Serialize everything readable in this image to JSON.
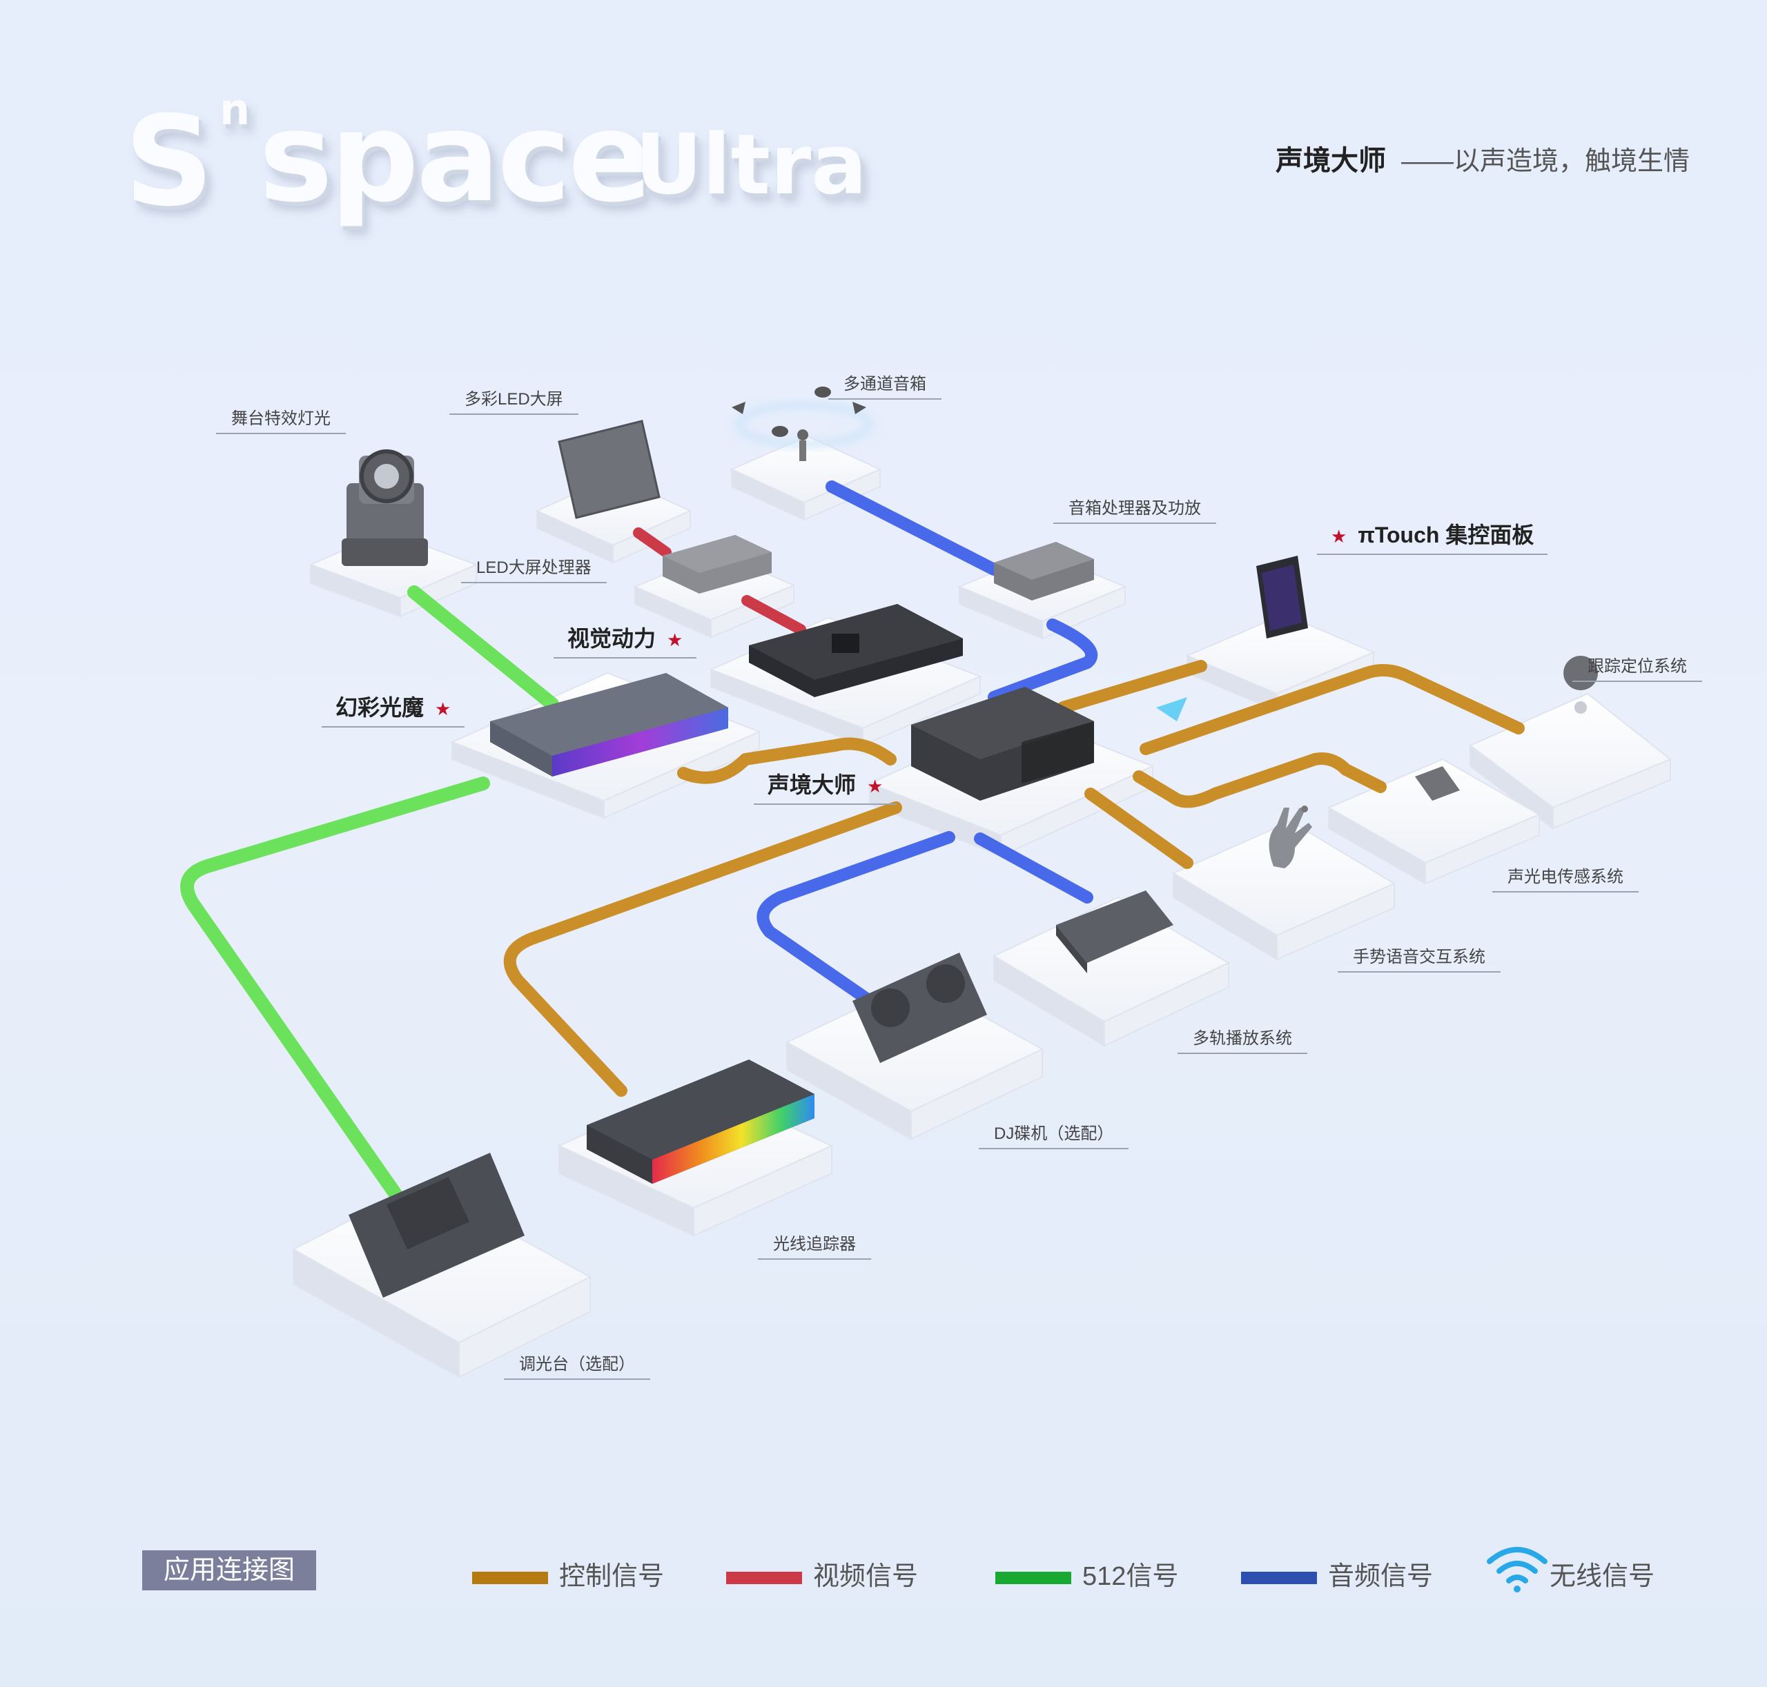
{
  "logo": {
    "s": "S",
    "n": "n",
    "space": "space",
    "ultra": "Ultra"
  },
  "tagline": {
    "strong": "声境大师",
    "rest": "——以声造境，触境生情"
  },
  "labels": {
    "stage_light": "舞台特效灯光",
    "led_screen": "多彩LED大屏",
    "multi_speaker": "多通道音箱",
    "speaker_processor": "音箱处理器及功放",
    "led_processor": "LED大屏处理器",
    "tracking": "跟踪定位系统",
    "sensor": "声光电传感系统",
    "gesture": "手势语音交互系统",
    "multitrack": "多轨播放系统",
    "dj": "DJ碟机（选配）",
    "light_tracker": "光线追踪器",
    "dimmer": "调光台（选配）"
  },
  "products": {
    "visual": "视觉动力",
    "phantom": "幻彩光魔",
    "master": "声境大师",
    "ptouch": "πTouch 集控面板"
  },
  "legend": {
    "title": "应用连接图",
    "items": [
      {
        "label": "控制信号",
        "color": "#b57a10"
      },
      {
        "label": "视频信号",
        "color": "#cc3a48"
      },
      {
        "label": "512信号",
        "color": "#19a832"
      },
      {
        "label": "音频信号",
        "color": "#2d4fb2"
      },
      {
        "label": "无线信号",
        "color": "#29a8e8",
        "icon": "wifi-icon"
      }
    ]
  }
}
